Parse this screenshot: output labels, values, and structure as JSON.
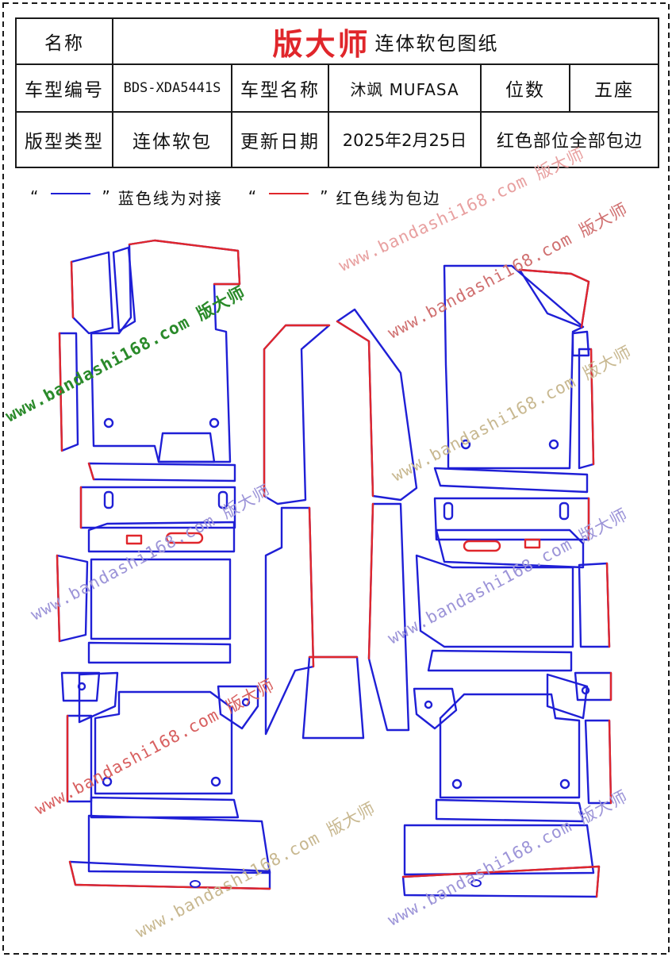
{
  "header": {
    "name_label": "名称",
    "brand": "版大师",
    "subtitle": "连体软包图纸",
    "model_code_label": "车型编号",
    "model_code": "BDS-XDA5441S",
    "model_name_label": "车型名称",
    "model_name": "沐飒 MUFASA",
    "seats_label": "位数",
    "seats": "五座",
    "pattern_type_label": "版型类型",
    "pattern_type": "连体软包",
    "update_label": "更新日期",
    "update_date": "2025年2月25日",
    "note": "红色部位全部包边"
  },
  "legend": {
    "open_quote": "“",
    "close_quote": "”",
    "blue_text": "蓝色线为对接",
    "red_text": "红色线为包边",
    "blue_color": "#1f1fd6",
    "red_color": "#e0262b"
  },
  "watermarks": {
    "site": "www.bandashi168.com",
    "brand": "版大师"
  },
  "colors": {
    "border": "#1a1a1a",
    "blue": "#1f1fd6",
    "red": "#e0262b"
  }
}
